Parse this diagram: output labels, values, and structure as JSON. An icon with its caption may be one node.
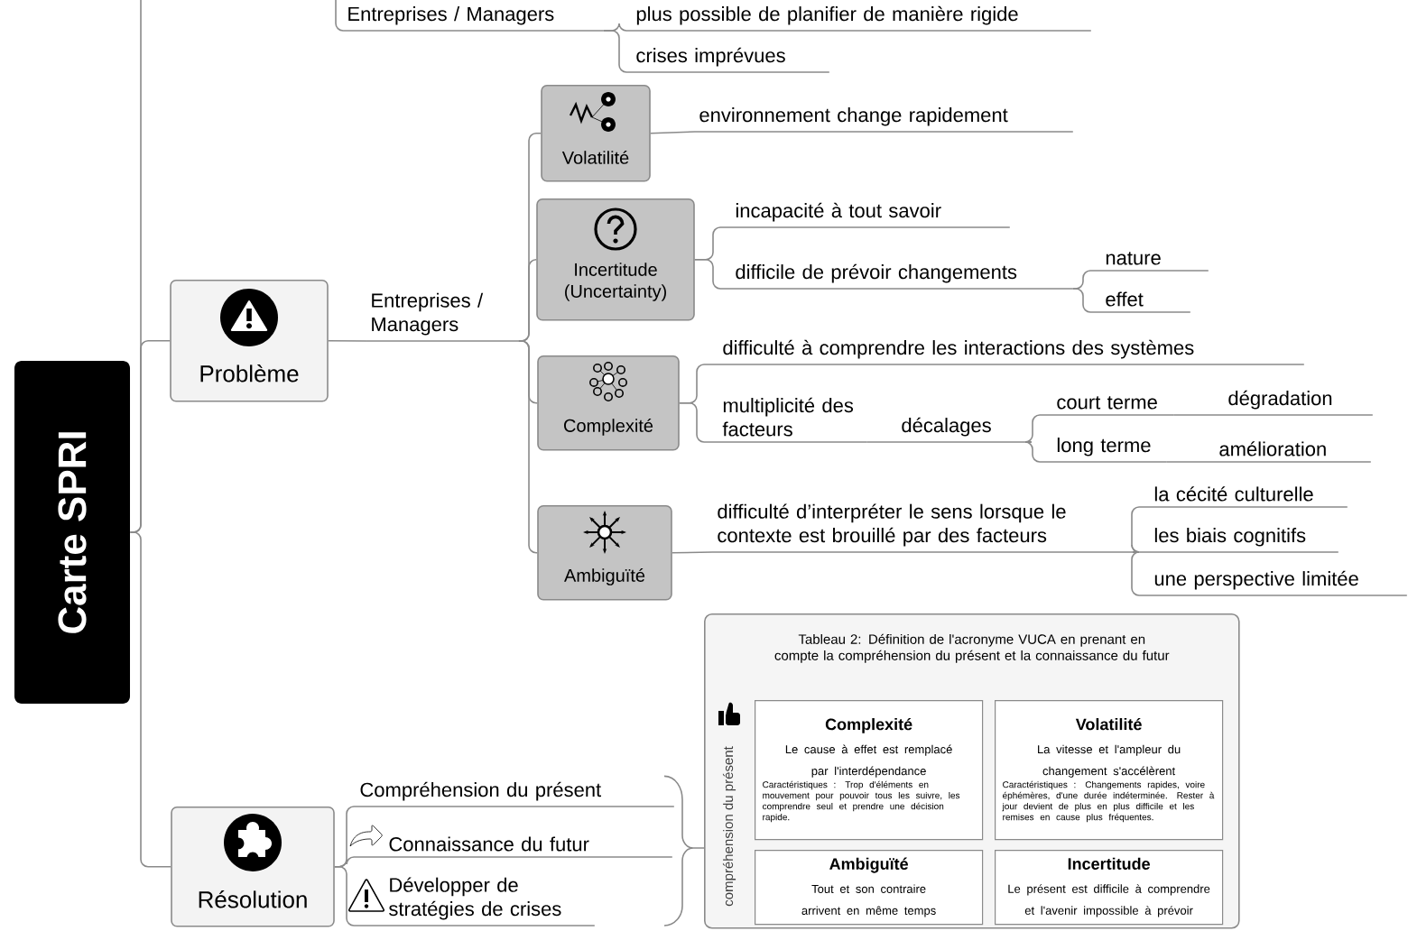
{
  "diagram": {
    "nodes": [
      {
        "text": [
          "Carte SPRI"
        ]
      },
      {
        "text": [
          "Entreprises / Managers"
        ]
      },
      {
        "text": [
          "plus possible de planifier de manière rigide"
        ]
      },
      {
        "text": [
          "crises imprévues"
        ]
      },
      {
        "text": [
          "Problème"
        ]
      },
      {
        "text": [
          "Entreprises / Managers"
        ]
      },
      {
        "text": [
          "Volatilité"
        ]
      },
      {
        "text": [
          "environnement change rapidement"
        ]
      },
      {
        "text": [
          "Incertitude (Uncertainty)"
        ]
      },
      {
        "text": [
          "incapacité à tout savoir"
        ]
      },
      {
        "text": [
          "difficile de prévoir changements"
        ]
      },
      {
        "text": [
          "nature"
        ]
      },
      {
        "text": [
          "effet"
        ]
      },
      {
        "text": [
          "Complexité"
        ]
      },
      {
        "text": [
          "difficulté à comprendre les interactions des systèmes"
        ]
      },
      {
        "text": [
          "multiplicité des facteurs"
        ]
      },
      {
        "text": [
          "décalages"
        ]
      },
      {
        "text": [
          "court terme"
        ]
      },
      {
        "text": [
          "dégradation"
        ]
      },
      {
        "text": [
          "long terme"
        ]
      },
      {
        "text": [
          "amélioration"
        ]
      },
      {
        "text": [
          "Ambiguïté"
        ]
      },
      {
        "text": [
          "difficulté d’interpréter le sens lorsque le contexte est brouillé par des facteurs"
        ]
      },
      {
        "text": [
          "la cécité culturelle"
        ]
      },
      {
        "text": [
          "les biais cognitifs"
        ]
      },
      {
        "text": [
          "une perspective limitée"
        ]
      },
      {
        "text": [
          "Résolution"
        ]
      },
      {
        "text": [
          "Compréhension du présent"
        ]
      },
      {
        "text": [
          "Connaissance du futur"
        ]
      },
      {
        "text": [
          "Développer de stratégies de crises"
        ]
      },
      {
        "text": [
          "Tableau 2: Définition de l'acronyme VUCA en prenant en compte la compréhension du présent et la connaissance du futur"
        ]
      },
      {
        "text": [
          "Complexité",
          "Le cause à effet est remplacé par l'interdépendance",
          "Caractéristiques : Trop d'éléments en mouvement pour pouvoir tous les suivre, les comprendre seul et prendre une décision rapide."
        ],
        "in": 30
      },
      {
        "text": [
          "Volatilité",
          "La vitesse et l'ampleur du changement s'accélèrent",
          "Caractéristiques : Changements rapides, voire éphémères, d'une durée indéterminée. Rester à jour devient de plus en plus difficile et les remises en cause plus fréquentes."
        ],
        "in": 30
      },
      {
        "text": [
          "Ambiguïté",
          "Tout et son contraire arrivent en même temps"
        ],
        "in": 30
      },
      {
        "text": [
          "Incertitude",
          "Le présent est difficile à comprendre et l'avenir impossible à prévoir"
        ],
        "in": 30
      }
    ],
    "edges": [
      {
        "from": 0,
        "to": null,
        "arrow": "none"
      },
      {
        "from": null,
        "to": 1,
        "arrow": "none"
      },
      {
        "from": 1,
        "to": 2,
        "arrow": "none"
      },
      {
        "from": 1,
        "to": 3,
        "arrow": "none"
      },
      {
        "from": 0,
        "to": 4,
        "arrow": "none"
      },
      {
        "from": 4,
        "to": 5,
        "arrow": "none"
      },
      {
        "from": 5,
        "to": 6,
        "arrow": "none"
      },
      {
        "from": 5,
        "to": 8,
        "arrow": "none"
      },
      {
        "from": 5,
        "to": 13,
        "arrow": "none"
      },
      {
        "from": 5,
        "to": 21,
        "arrow": "none"
      },
      {
        "from": 6,
        "to": 7,
        "arrow": "none"
      },
      {
        "from": 8,
        "to": 9,
        "arrow": "none"
      },
      {
        "from": 8,
        "to": 10,
        "arrow": "none"
      },
      {
        "from": 10,
        "to": 11,
        "arrow": "none"
      },
      {
        "from": 10,
        "to": 12,
        "arrow": "none"
      },
      {
        "from": 13,
        "to": 14,
        "arrow": "none"
      },
      {
        "from": 13,
        "to": 15,
        "arrow": "none"
      },
      {
        "from": 15,
        "to": 16,
        "arrow": "none"
      },
      {
        "from": 16,
        "to": 17,
        "arrow": "none"
      },
      {
        "from": 16,
        "to": 19,
        "arrow": "none"
      },
      {
        "from": 17,
        "to": 18,
        "arrow": "none"
      },
      {
        "from": 19,
        "to": 20,
        "arrow": "none"
      },
      {
        "from": 21,
        "to": 22,
        "arrow": "none"
      },
      {
        "from": 22,
        "to": 23,
        "arrow": "none"
      },
      {
        "from": 22,
        "to": 24,
        "arrow": "none"
      },
      {
        "from": 22,
        "to": 25,
        "arrow": "none"
      },
      {
        "from": 0,
        "to": 26,
        "arrow": "none"
      },
      {
        "from": 26,
        "to": 27,
        "arrow": "none"
      },
      {
        "from": 26,
        "to": 28,
        "arrow": "none"
      },
      {
        "from": 26,
        "to": 29,
        "arrow": "none"
      },
      {
        "from": 27,
        "to": 30,
        "arrow": "none"
      },
      {
        "from": 28,
        "to": 30,
        "arrow": "none"
      },
      {
        "from": 29,
        "to": 30,
        "arrow": "none"
      }
    ],
    "labels": [
      "compréhension du présent"
    ]
  }
}
